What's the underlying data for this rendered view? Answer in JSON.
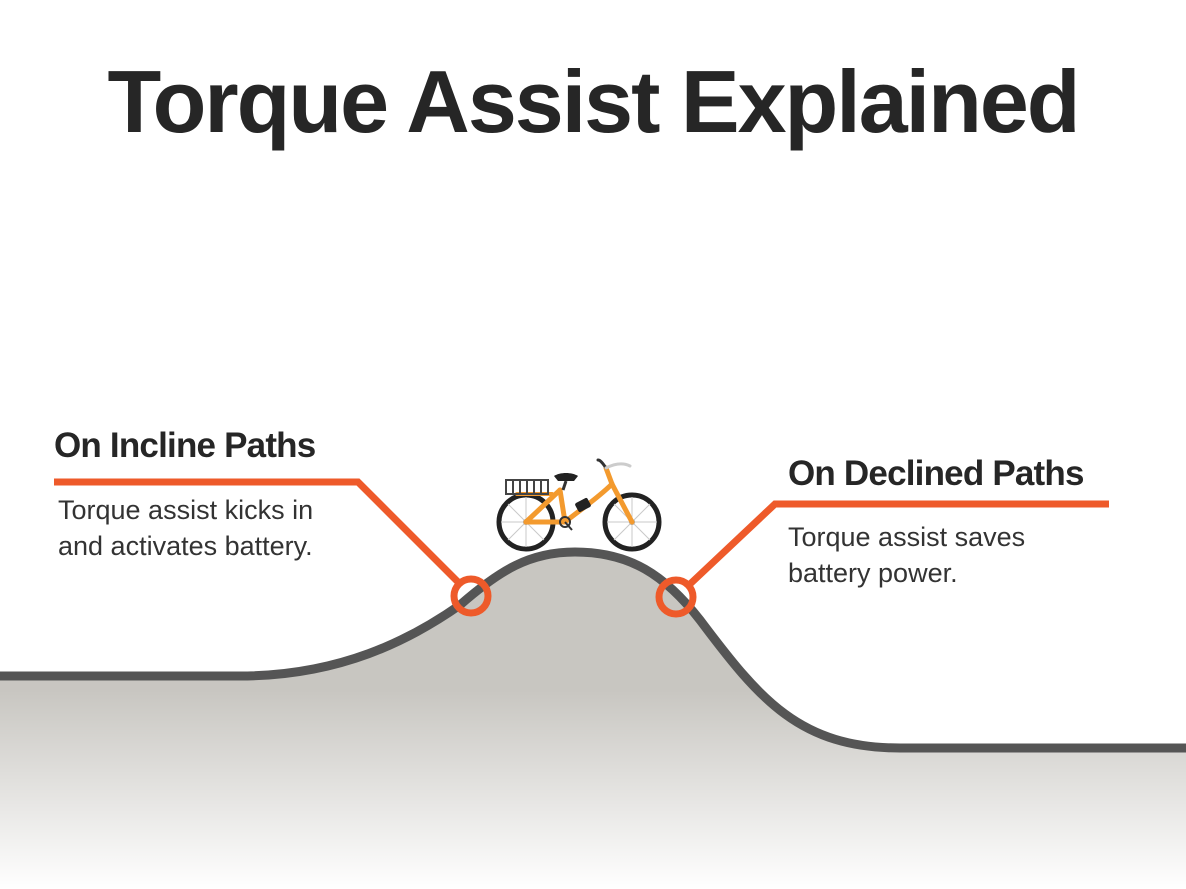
{
  "title": "Torque Assist Explained",
  "incline": {
    "heading": "On Incline Paths",
    "description_line1": "Torque assist kicks in",
    "description_line2": "and activates battery."
  },
  "decline": {
    "heading": "On Declined Paths",
    "description_line1": "Torque assist saves",
    "description_line2": "battery power."
  },
  "colors": {
    "accent": "#EE5A2A",
    "terrain_line": "#555555",
    "terrain_fill": "#C8C6C1",
    "text": "#262626",
    "bike_frame": "#F39A2E",
    "tire": "#222222"
  }
}
